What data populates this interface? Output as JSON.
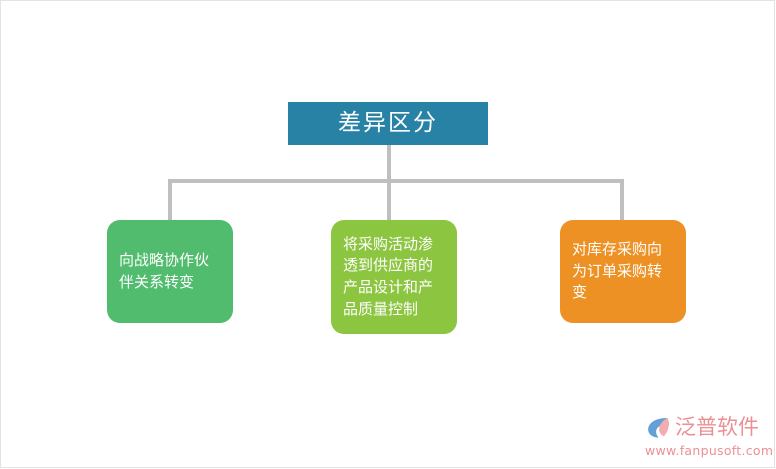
{
  "diagram": {
    "type": "org-tree",
    "root": {
      "label": "差异区分",
      "color": "#2782a6"
    },
    "children": [
      {
        "label": "向战略协作伙伴关系转变",
        "color": "#51bb6e"
      },
      {
        "label": "将采购活动渗透到供应商的产品设计和产品质量控制",
        "color": "#8cc540"
      },
      {
        "label": "对库存采购向为订单采购转变",
        "color": "#ed9124"
      }
    ],
    "connector_color": "#bfbfbf"
  },
  "watermark": {
    "brand": "泛普软件",
    "url": "www.fanpusoft.com",
    "color": "#e98b90",
    "logo_icon": "fanpu-swirl-logo-icon"
  }
}
